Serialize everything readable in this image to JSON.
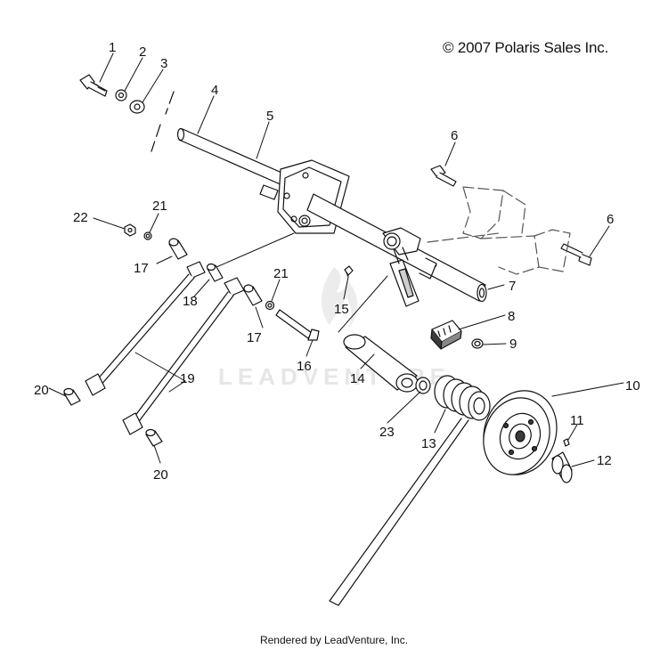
{
  "copyright": "© 2007 Polaris Sales Inc.",
  "watermark": "LEADVENTURE",
  "footer": "Rendered by LeadVenture, Inc.",
  "callouts": {
    "c1": "1",
    "c2": "2",
    "c3": "3",
    "c4": "4",
    "c5": "5",
    "c6a": "6",
    "c6b": "6",
    "c7": "7",
    "c8": "8",
    "c9": "9",
    "c10": "10",
    "c11": "11",
    "c12": "12",
    "c13": "13",
    "c14": "14",
    "c15": "15",
    "c16": "16",
    "c17a": "17",
    "c17b": "17",
    "c18": "18",
    "c19": "19",
    "c20a": "20",
    "c20b": "20",
    "c21a": "21",
    "c21b": "21",
    "c22": "22",
    "c23": "23"
  },
  "colors": {
    "line": "#111111",
    "fill": "#ffffff",
    "shade": "#cfcfcf",
    "dark": "#3a3a3a",
    "watermark": "#e6e6e6"
  }
}
